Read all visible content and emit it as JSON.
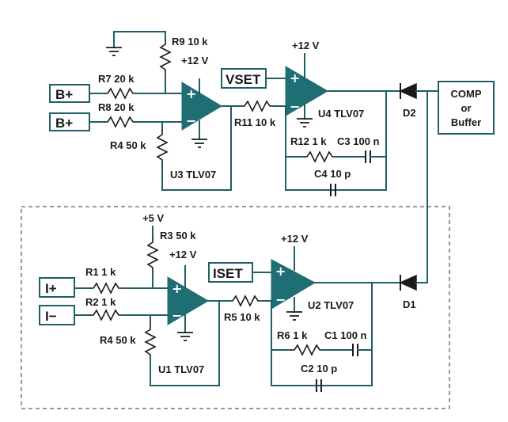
{
  "voltage": {
    "v12_u3": "+12 V",
    "v12_u4": "+12 V",
    "v12_u1": "+12 V",
    "v12_u2": "+12 V",
    "v5": "+5 V"
  },
  "inputs": {
    "b_plus_1": "B+",
    "b_plus_2": "B+",
    "i_plus": "I+",
    "i_minus": "I−",
    "vset": "VSET",
    "iset": "ISET"
  },
  "output_box": {
    "line1": "COMP",
    "line2": "or",
    "line3": "Buffer"
  },
  "resistors": {
    "r9": "R9 10 k",
    "r7": "R7 20 k",
    "r8": "R8 20 k",
    "r4_top": "R4 50 k",
    "r11": "R11 10 k",
    "r12": "R12 1 k",
    "r3": "R3 50 k",
    "r1": "R1 1 k",
    "r2": "R2 1 k",
    "r4_bottom": "R4 50 k",
    "r5": "R5 10 k",
    "r6": "R6 1 k"
  },
  "capacitors": {
    "c3": "C3 100 n",
    "c4": "C4 10 p",
    "c1": "C1 100 n",
    "c2": "C2 10 p"
  },
  "amplifiers": {
    "u3": "U3 TLV07",
    "u4": "U4 TLV07",
    "u1": "U1 TLV07",
    "u2": "U2 TLV07"
  },
  "diodes": {
    "d2": "D2",
    "d1": "D1"
  },
  "opamp_signs": {
    "plus": "+",
    "minus": "−"
  }
}
